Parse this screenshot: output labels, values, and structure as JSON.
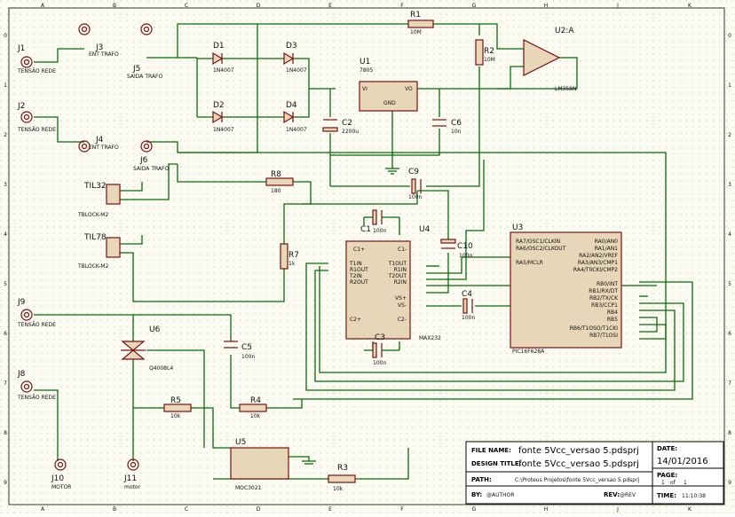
{
  "grid": {
    "columns": [
      "A",
      "B",
      "C",
      "D",
      "E",
      "F",
      "G",
      "H",
      "J",
      "K"
    ],
    "rows": [
      "0",
      "1",
      "2",
      "3",
      "4",
      "5",
      "6",
      "7",
      "8",
      "9"
    ]
  },
  "components": {
    "J1": {
      "ref": "J1",
      "value": "TENSÃO REDE"
    },
    "J2": {
      "ref": "J2",
      "value": "TENSÃO REDE"
    },
    "J3": {
      "ref": "J3",
      "value": "ENT TRAFO"
    },
    "J4": {
      "ref": "J4",
      "value": "ENT TRAFO"
    },
    "J5": {
      "ref": "J5",
      "value": "SAIDA TRAFO"
    },
    "J6": {
      "ref": "J6",
      "value": "SAIDA TRAFO"
    },
    "J8": {
      "ref": "J8",
      "value": "TENSÃO REDE"
    },
    "J9": {
      "ref": "J9",
      "value": "TENSÃO REDE"
    },
    "J10": {
      "ref": "J10",
      "value": "MOTOR"
    },
    "J11": {
      "ref": "J11",
      "value": "motor"
    },
    "D1": {
      "ref": "D1",
      "value": "1N4007"
    },
    "D2": {
      "ref": "D2",
      "value": "1N4007"
    },
    "D3": {
      "ref": "D3",
      "value": "1N4007"
    },
    "D4": {
      "ref": "D4",
      "value": "1N4007"
    },
    "U1": {
      "ref": "U1",
      "value": "7805",
      "vi": "VI",
      "vo": "VO",
      "gnd": "GND"
    },
    "C2": {
      "ref": "C2",
      "value": "2200u"
    },
    "C6": {
      "ref": "C6",
      "value": "10n"
    },
    "R1": {
      "ref": "R1",
      "value": "10M"
    },
    "R2": {
      "ref": "R2",
      "value": "10M"
    },
    "U2": {
      "ref": "U2:A",
      "value": "LM358N"
    },
    "TIL32": {
      "ref": "TIL32",
      "value": "TBLOCK-M2"
    },
    "TIL78": {
      "ref": "TIL78",
      "value": "TBLOCK-M2"
    },
    "R8": {
      "ref": "R8",
      "value": "180"
    },
    "C9": {
      "ref": "C9",
      "value": "100n"
    },
    "C1": {
      "ref": "C1",
      "value": "100n"
    },
    "C3": {
      "ref": "C3",
      "value": "100n"
    },
    "C4": {
      "ref": "C4",
      "value": "100n"
    },
    "C10": {
      "ref": "C10",
      "value": "100n"
    },
    "U4": {
      "ref": "U4",
      "value": "MAX232"
    },
    "R7": {
      "ref": "R7",
      "value": "1k"
    },
    "U3": {
      "ref": "U3",
      "value": "PIC16F628A"
    },
    "U6": {
      "ref": "U6",
      "value": "Q4008L4"
    },
    "C5": {
      "ref": "C5",
      "value": "100n"
    },
    "R5": {
      "ref": "R5",
      "value": "10k"
    },
    "R4": {
      "ref": "R4",
      "value": "10k"
    },
    "U5": {
      "ref": "U5",
      "value": "MOC3021"
    },
    "R3": {
      "ref": "R3",
      "value": "10k"
    }
  },
  "u4_pins_left": [
    "C1+",
    "C1-",
    "T1IN",
    "R1OUT",
    "T2IN",
    "R2OUT",
    "C2+"
  ],
  "u4_pins_right": [
    "T1OUT",
    "R1IN",
    "T2OUT",
    "R2IN",
    "VS+",
    "VS-",
    "C2-"
  ],
  "u3_pins_left": [
    "RA7/OSC1/CLKIN",
    "RA6/OSC2/CLKOUT",
    "RA5/MCLR"
  ],
  "u3_pins_right": [
    "RA0/AN0",
    "RA1/AN1",
    "RA2/AN2/VREF",
    "RA3/AN3/CMP1",
    "RA4/T0CKI/CMP2",
    "RB0/INT",
    "RB1/RX/DT",
    "RB2/TX/CK",
    "RB3/CCP1",
    "RB4",
    "RB5",
    "RB6/T1OSO/T1CKI",
    "RB7/T1OSI"
  ],
  "titleblock": {
    "file_name_label": "FILE NAME:",
    "file_name": "fonte 5Vcc_versao 5.pdsprj",
    "design_title_label": "DESIGN TITLE:",
    "design_title": "fonte 5Vcc_versao 5.pdsprj",
    "path_label": "PATH:",
    "path": "C:\\Proteus Projetos\\fonte 5Vcc_versao 5.pdsprj",
    "by_label": "BY:",
    "by": "@AUTHOR",
    "rev_label": "REV:",
    "rev": "@REV",
    "date_label": "DATE:",
    "date": "14/01/2016",
    "page_label": "PAGE:",
    "page": "1",
    "page_of": "of",
    "pages": "1",
    "time_label": "TIME:",
    "time": "11:10:38"
  },
  "colors": {
    "wire": "#0a6b0a",
    "component": "#7a1010",
    "body": "#e8d6b8",
    "paper": "#fbfbf2"
  }
}
